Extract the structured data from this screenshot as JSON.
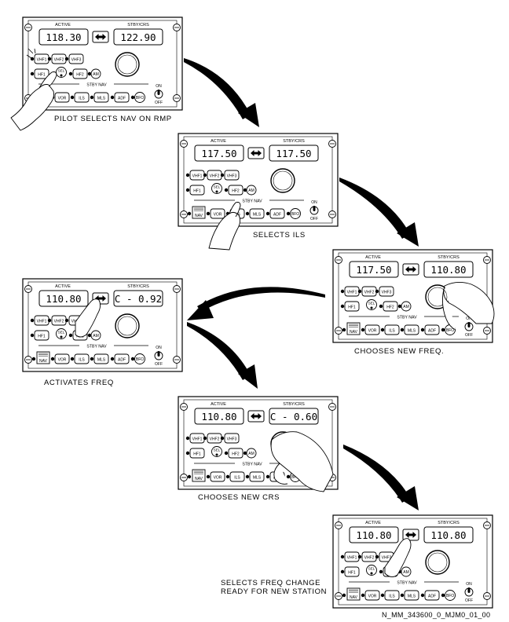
{
  "panel_labels": {
    "active": "ACTIVE",
    "standby": "STBY/CRS",
    "stby_nav": "STBY NAV",
    "on": "ON",
    "off": "OFF"
  },
  "row1_buttons": [
    "VHF1",
    "VHF2",
    "VHF3"
  ],
  "row2_buttons": [
    "HF1",
    "SEL",
    "HF2",
    "AM"
  ],
  "row3_buttons": [
    "NAV",
    "VOR",
    "ILS",
    "MLS",
    "ADF",
    "BFO"
  ],
  "steps": [
    {
      "active": "118.30",
      "standby": "122.90",
      "caption": "PILOT SELECTS NAV ON RMP"
    },
    {
      "active": "117.50",
      "standby": "117.50",
      "caption": "SELECTS ILS"
    },
    {
      "active": "117.50",
      "standby": "110.80",
      "caption": "CHOOSES NEW FREQ."
    },
    {
      "active": "110.80",
      "standby": "C - 0.92",
      "caption": "ACTIVATES FREQ"
    },
    {
      "active": "110.80",
      "standby": "C - 0.60",
      "caption": "CHOOSES NEW CRS"
    },
    {
      "active": "110.80",
      "standby": "110.80",
      "caption": "SELECTS FREQ CHANGE\nREADY FOR NEW STATION"
    }
  ],
  "figure_id": "N_MM_343600_0_MJM0_01_00",
  "colors": {
    "line": "#000000",
    "background": "#ffffff"
  }
}
